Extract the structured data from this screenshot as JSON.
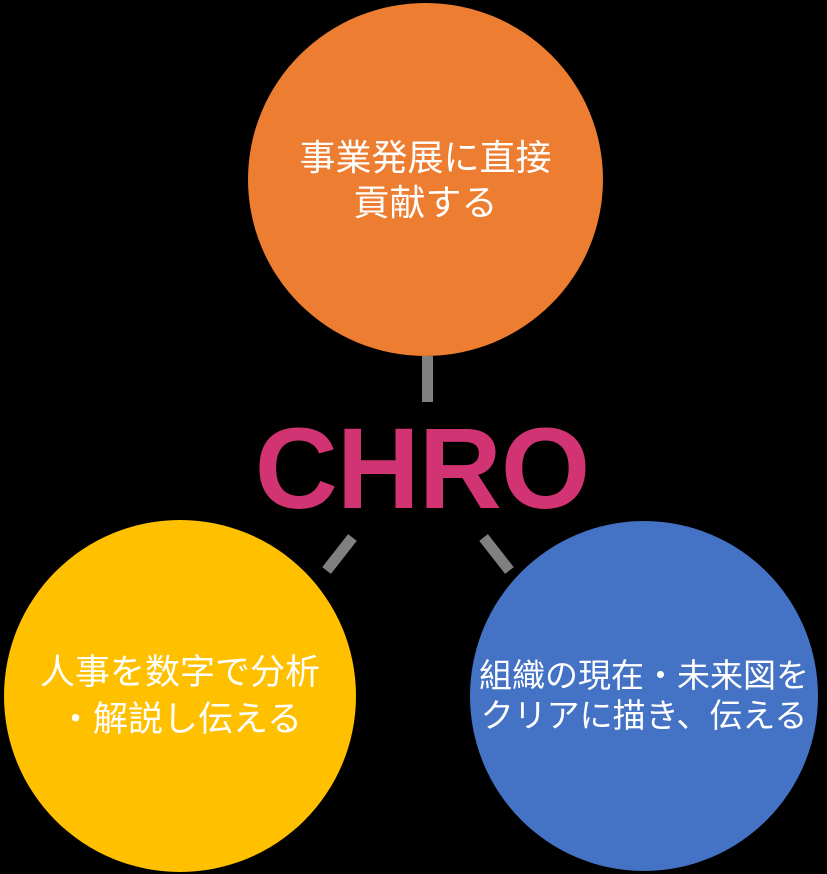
{
  "diagram": {
    "background_color": "#000000",
    "center": {
      "label": "CHRO",
      "color": "#D23372"
    },
    "connector": {
      "color": "#808080"
    },
    "circles": [
      {
        "id": "business-contribution",
        "color": "#ED7D31",
        "text_color": "#FFFFFF",
        "lines": [
          "事業発展に直接",
          "貢献する"
        ]
      },
      {
        "id": "hr-analysis",
        "color": "#FFC000",
        "text_color": "#FFFFFF",
        "lines": [
          "人事を数字で分析",
          "・解説し伝える"
        ]
      },
      {
        "id": "org-vision",
        "color": "#4472C4",
        "text_color": "#FFFFFF",
        "lines": [
          "組織の現在・未来図を",
          "クリアに描き、伝える"
        ]
      }
    ]
  }
}
